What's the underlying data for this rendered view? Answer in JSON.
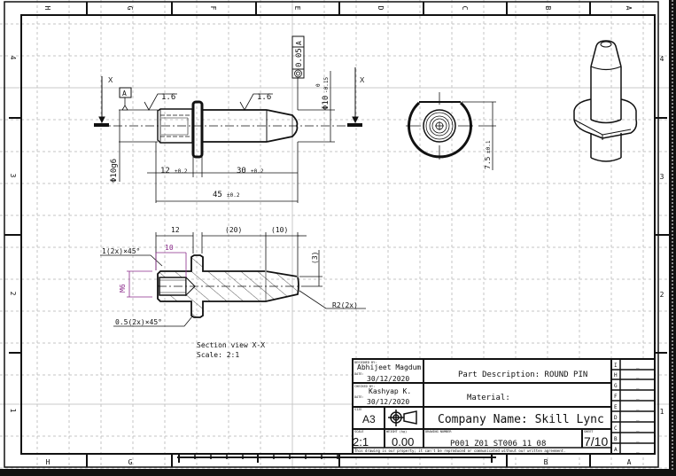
{
  "sheet": {
    "columns_top": [
      "H",
      "G",
      "F",
      "E",
      "D",
      "C",
      "B",
      "A"
    ],
    "columns_bottom": [
      "H",
      "G",
      "B",
      "A"
    ],
    "rows_left": [
      "4",
      "3",
      "2",
      "1"
    ],
    "rows_right": [
      "4",
      "3",
      "2",
      "1"
    ]
  },
  "front_view": {
    "section_marker_left": "X",
    "section_marker_right": "X",
    "datum_label": "A",
    "roughness_left": "1.6",
    "roughness_right": "1.6",
    "diameter_left": "Φ10g6",
    "diameter_right": "Φ10",
    "diameter_right_tol_upper": "0",
    "diameter_right_tol_lower": "-0.15",
    "tolerance_frame": {
      "symbol": "◎",
      "value": "0.05",
      "datum": "A"
    },
    "dim_12": "12",
    "dim_12_tol": "±0.2",
    "dim_30": "30",
    "dim_30_tol": "±0.2",
    "dim_45": "45",
    "dim_45_tol": "±0.2"
  },
  "end_view": {
    "dim_height": "7.5",
    "dim_height_tol": "±0.1"
  },
  "section_view": {
    "dim_12": "12",
    "dim_10": "10",
    "dim_20": "(20)",
    "dim_10b": "(10)",
    "dim_3": "(3)",
    "chamfer_top": "1(2x)×45°",
    "chamfer_bottom": "0.5(2x)×45°",
    "thread": "M6",
    "radius": "R2(2x)",
    "caption": "Section view X-X",
    "scale": "Scale:  2:1"
  },
  "title_block": {
    "designed_by_label": "DESIGNED BY:",
    "designed_by": "Abhijeet Magdum",
    "designed_date_label": "DATE:",
    "designed_date": "30/12/2020",
    "checked_by_label": "CHECKED BY:",
    "checked_by": "Kashyap K.",
    "checked_date_label": "DATE:",
    "checked_date": "30/12/2020",
    "part_description": "Part Description: ROUND PIN",
    "material": "Material:",
    "size_label": "SIZE",
    "size": "A3",
    "company": "Company Name: Skill Lync",
    "scale_label": "SCALE",
    "scale": "2:1",
    "weight_label": "WEIGHT (kg)",
    "weight": "0.00",
    "drawing_number_label": "DRAWING NUMBER",
    "drawing_number": "P001 Z01 ST006 11 08",
    "sheet_label": "SHEET",
    "sheet": "7/10",
    "disclaimer": "This drawing is our property; it can't be reproduced or communicated without our written agreement.",
    "revisions": [
      {
        "letter": "I",
        "value": "_"
      },
      {
        "letter": "H",
        "value": "_"
      },
      {
        "letter": "G",
        "value": "_"
      },
      {
        "letter": "F",
        "value": "_"
      },
      {
        "letter": "E",
        "value": "_"
      },
      {
        "letter": "D",
        "value": "_"
      },
      {
        "letter": "C",
        "value": "_"
      },
      {
        "letter": "B",
        "value": "_"
      },
      {
        "letter": "A",
        "value": "_"
      }
    ]
  },
  "colors": {
    "line": "#111111",
    "grid": "#bdbdbd",
    "annotation": "#8a2a8a"
  }
}
